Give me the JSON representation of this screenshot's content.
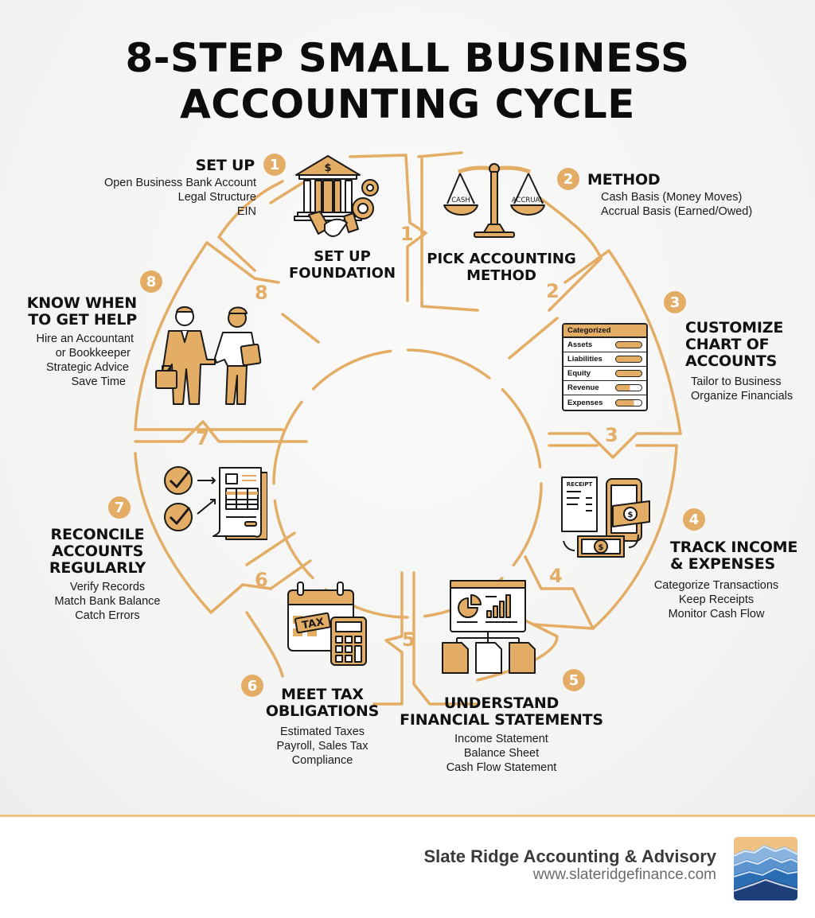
{
  "title": {
    "line1": "8-STEP SMALL BUSINESS",
    "line2": "ACCOUNTING CYCLE"
  },
  "colors": {
    "accent": "#E3AD66",
    "accent_light": "#EEC37F",
    "text": "#111111",
    "footer_text": "#3A3A3A",
    "logo_blue": "#2A66A8",
    "logo_navy": "#1F3F7A"
  },
  "steps": [
    {
      "number": "1",
      "heading": "SET UP",
      "lines": [
        "Open Business Bank Account",
        "Legal Structure",
        "EIN"
      ],
      "inner_label": [
        "SET UP",
        "FOUNDATION"
      ],
      "icon": "bank-handshake-gears-icon"
    },
    {
      "number": "2",
      "heading": "METHOD",
      "lines": [
        "Cash Basis (Money Moves)",
        "Accrual Basis (Earned/Owed)"
      ],
      "inner_label": [
        "PICK ACCOUNTING",
        "METHOD"
      ],
      "icon": "scales-icon",
      "icon_labels": [
        "CASH",
        "ACCRUAL"
      ]
    },
    {
      "number": "3",
      "heading_lines": [
        "CUSTOMIZE",
        "CHART OF",
        "ACCOUNTS"
      ],
      "lines": [
        "Tailor to Business",
        "Organize Financials"
      ],
      "icon": "chart-of-accounts-icon",
      "chart_of_accounts": {
        "header": "Categorized",
        "rows": [
          "Assets",
          "Liabilities",
          "Equity",
          "Revenue",
          "Expenses"
        ]
      }
    },
    {
      "number": "4",
      "heading_lines": [
        "TRACK INCOME",
        "& EXPENSES"
      ],
      "lines": [
        "Categorize Transactions",
        "Keep Receipts",
        "Monitor Cash Flow"
      ],
      "icon": "receipt-phone-cash-icon",
      "icon_labels": [
        "RECEIPT"
      ]
    },
    {
      "number": "5",
      "heading_lines": [
        "UNDERSTAND",
        "FINANCIAL STATEMENTS"
      ],
      "lines": [
        "Income Statement",
        "Balance Sheet",
        "Cash Flow Statement"
      ],
      "icon": "dashboard-reports-icon"
    },
    {
      "number": "6",
      "heading_lines": [
        "MEET TAX",
        "OBLIGATIONS"
      ],
      "lines": [
        "Estimated Taxes",
        "Payroll, Sales Tax",
        "Compliance"
      ],
      "icon": "tax-calendar-calculator-icon",
      "icon_labels": [
        "TAX"
      ]
    },
    {
      "number": "7",
      "heading_lines": [
        "RECONCILE",
        "ACCOUNTS",
        "REGULARLY"
      ],
      "lines": [
        "Verify Records",
        "Match Bank Balance",
        "Catch Errors"
      ],
      "icon": "checkmarks-bank-statement-icon"
    },
    {
      "number": "8",
      "heading_lines": [
        "KNOW WHEN",
        "TO GET HELP"
      ],
      "lines": [
        "Hire an Accountant",
        "or Bookkeeper",
        "Strategic Advice",
        "Save Time"
      ],
      "icon": "handshake-people-icon"
    }
  ],
  "footer": {
    "company": "Slate Ridge Accounting & Advisory",
    "url": "www.slateridgefinance.com",
    "logo": "mountain-waves-logo"
  }
}
